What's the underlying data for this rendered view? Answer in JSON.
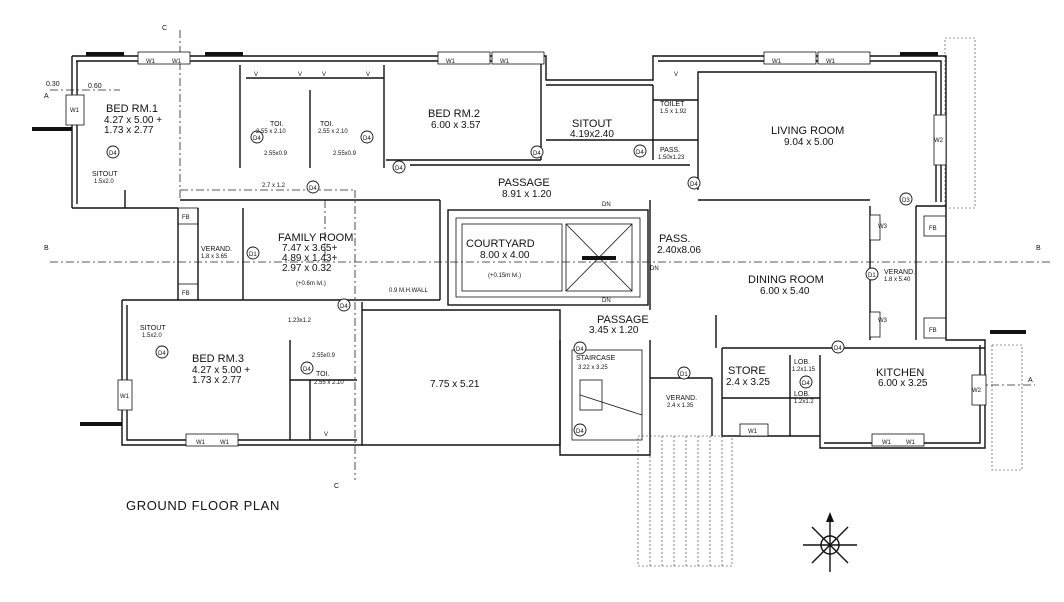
{
  "drawing": {
    "title": "GROUND FLOOR PLAN",
    "section_marks": {
      "a_left": "A",
      "a_right": "A",
      "b_left": "B",
      "b_right": "B",
      "c_top": "C",
      "c_bottom": "C"
    },
    "edge_dims": {
      "outer": "0.30",
      "inner": "0.60"
    }
  },
  "rooms": {
    "bed1": {
      "name": "BED RM.1",
      "dim1": "4.27 x 5.00 +",
      "dim2": "1.73 x 2.77"
    },
    "toi1": {
      "name": "TOI.",
      "dim": "2.55 x 2.10"
    },
    "toi2": {
      "name": "TOI.",
      "dim": "2.55 x 2.10"
    },
    "bed2": {
      "name": "BED RM.2",
      "dim": "6.00 x 3.57"
    },
    "sitout_top": {
      "name": "SITOUT",
      "dim": "4.19x2.40"
    },
    "toilet": {
      "name": "TOILET",
      "dim": "1.5 x 1.92"
    },
    "pass_small": {
      "name": "PASS.",
      "dim": "1.50x1.23"
    },
    "living": {
      "name": "LIVING ROOM",
      "dim": "9.04 x 5.00"
    },
    "sitout_l": {
      "name": "SITOUT",
      "dim": "1.5x2.0"
    },
    "passage": {
      "name": "PASSAGE",
      "dim": "8.91 x 1.20"
    },
    "family": {
      "name": "FAMILY ROOM",
      "dim1": "7.47 x 3.65+",
      "dim2": "4.89 x 1.43+",
      "dim3": "2.97 x 0.32",
      "note": "(+0.6m lvl.)"
    },
    "verand_l": {
      "name": "VERAND.",
      "dim": "1.8 x 3.65"
    },
    "courtyard": {
      "name": "COURTYARD",
      "dim": "8.00 x 4.00",
      "note": "(+0.15m lvl.)"
    },
    "pass_mid": {
      "name": "PASS.",
      "dim": "2.40x8.06"
    },
    "dining": {
      "name": "DINING ROOM",
      "dim": "6.00 x 5.40"
    },
    "verand_r": {
      "name": "VERAND.",
      "dim": "1.8 x 5.40"
    },
    "sitout_l2": {
      "name": "SITOUT",
      "dim": "1.5x2.0"
    },
    "bed3": {
      "name": "BED RM.3",
      "dim1": "4.27 x 5.00 +",
      "dim2": "1.73 x 2.77"
    },
    "toi3": {
      "name": "TOI.",
      "dim": "2.55 x 2.10"
    },
    "open": {
      "dim": "7.75 x 5.21"
    },
    "passage2": {
      "name": "PASSAGE",
      "dim": "3.45 x 1.20"
    },
    "staircase": {
      "name": "STAIRCASE",
      "dim": "3.22 x 3.25"
    },
    "verand_b": {
      "name": "VERAND.",
      "dim": "2.4 x 1.35"
    },
    "store": {
      "name": "STORE",
      "dim": "2.4 x 3.25"
    },
    "lob1": {
      "name": "LOB.",
      "dim": "1.2x1.15"
    },
    "lob2": {
      "name": "LOB.",
      "dim": "1.2x1.2"
    },
    "kitchen": {
      "name": "KITCHEN",
      "dim": "6.00 x 3.25"
    }
  },
  "notes": {
    "d1": "2.55x0.9",
    "d2": "2.55x0.9",
    "d3": "2.7 x 1.2",
    "d4": "1.23x1.2",
    "d5": "2.55x0.9",
    "wall": "0.9 M.H.WALL"
  },
  "tags": {
    "fb": "FB",
    "w1": "W1",
    "w2": "W2",
    "w3": "W3",
    "d1": "D1",
    "d3": "D3",
    "d4": "D4",
    "dn": "DN",
    "v": "V"
  }
}
